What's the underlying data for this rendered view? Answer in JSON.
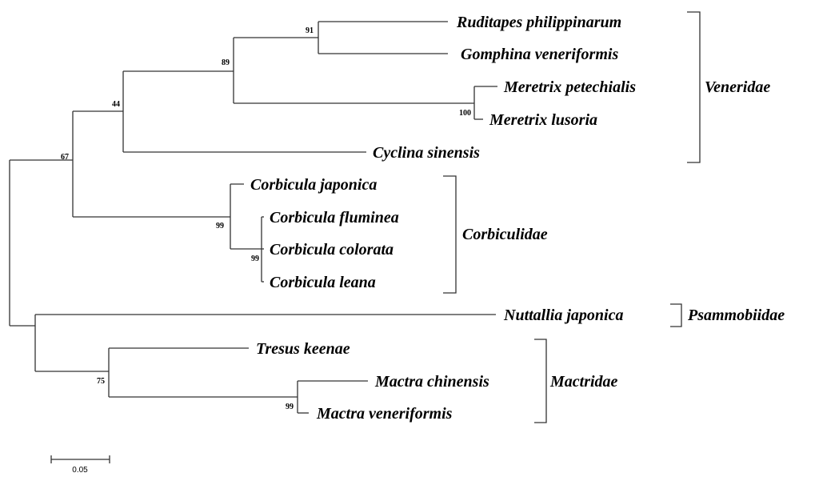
{
  "taxa": [
    "Ruditapes philippinarum",
    "Gomphina veneriformis",
    "Meretrix petechialis",
    "Meretrix lusoria",
    "Cyclina sinensis",
    "Corbicula japonica",
    "Corbicula fluminea",
    "Corbicula colorata",
    "Corbicula leana",
    "Nuttallia japonica",
    "Tresus keenae",
    "Mactra chinensis",
    "Mactra veneriformis"
  ],
  "bootstrap": {
    "ruditapes_gomphina": "91",
    "venerid_core": "89",
    "meretrix": "100",
    "veneridae": "44",
    "veneridae_corbiculidae": "67",
    "corbicula_all": "99",
    "corbicula_sub": "99",
    "mactridae": "75",
    "mactra": "99"
  },
  "families": {
    "veneridae": "Veneridae",
    "corbiculidae": "Corbiculidae",
    "psammobiidae": "Psammobiidae",
    "mactridae": "Mactridae"
  },
  "scale_bar": {
    "label": "0.05",
    "value": 0.05
  }
}
